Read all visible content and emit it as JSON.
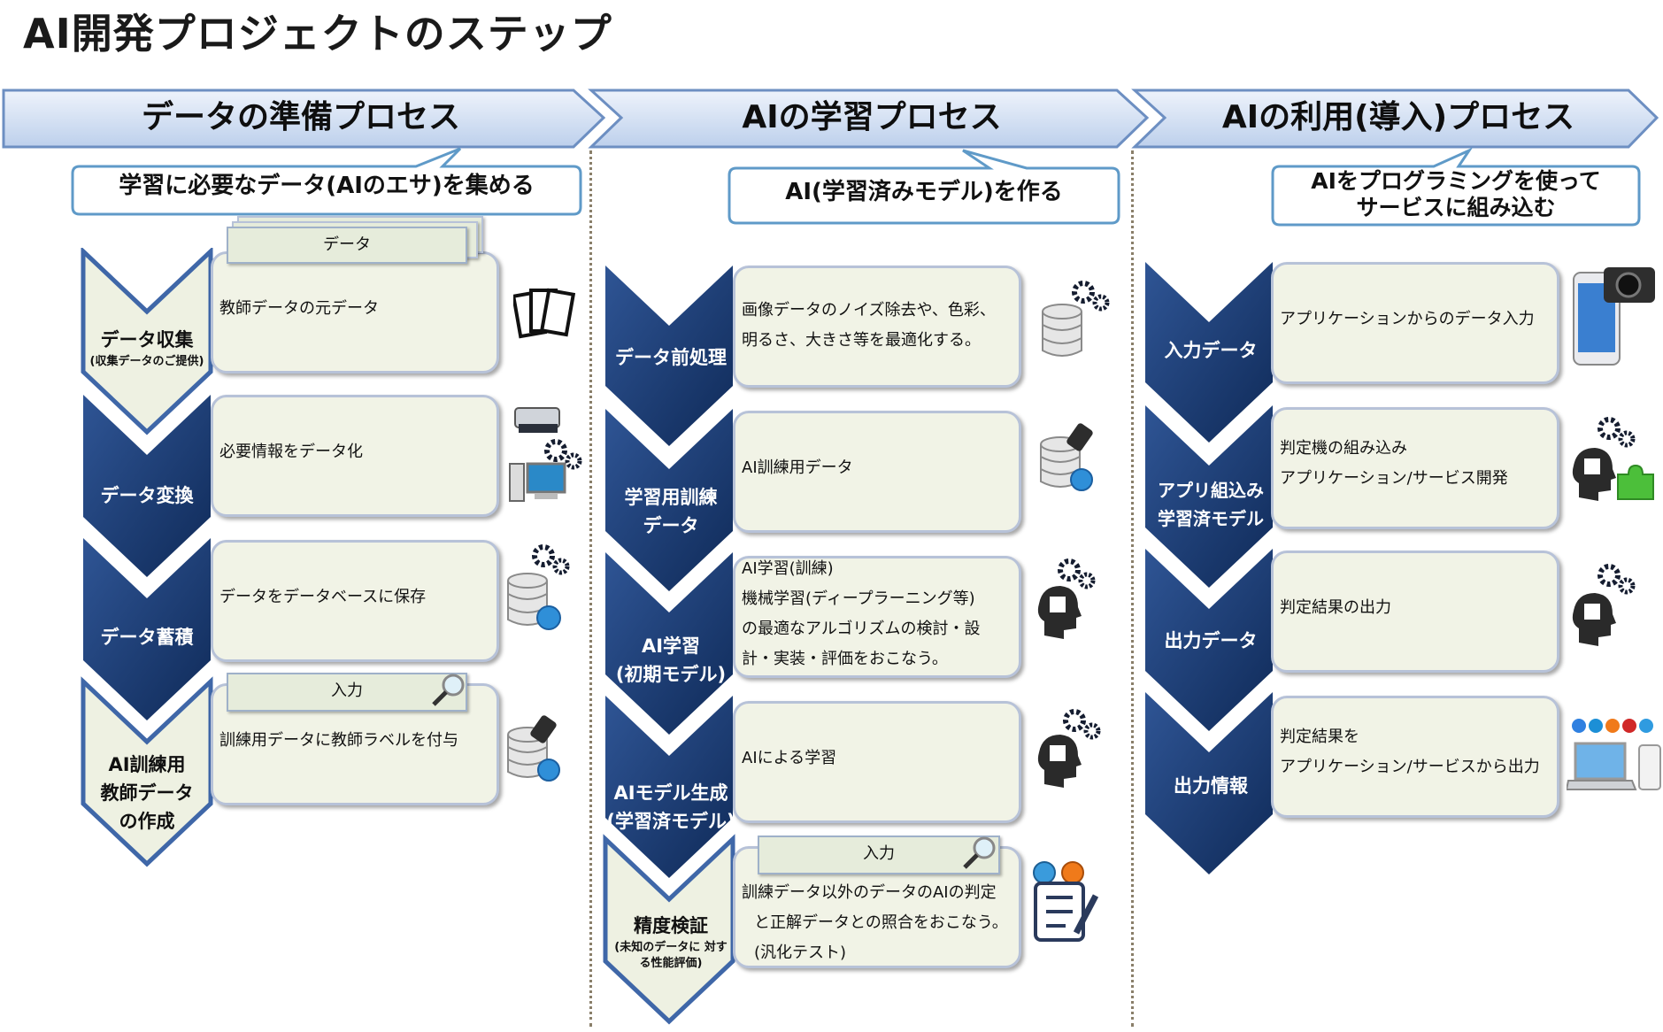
{
  "title": "AI開発プロジェクトのステップ",
  "phases": [
    {
      "label": "データの準備プロセス",
      "callout": "学習に必要なデータ(AIのエサ)を集める",
      "steps": [
        {
          "title": "データ収集",
          "sub": "(収集データのご提供)",
          "text": [
            "教師データの元データ"
          ],
          "tag": "データ"
        },
        {
          "title": "データ変換",
          "text": [
            "必要情報をデータ化"
          ]
        },
        {
          "title": "データ蓄積",
          "text": [
            "データをデータベースに保存"
          ]
        },
        {
          "title": "AI訓練用 教師データ の作成",
          "text": [
            "訓練用データに教師ラベルを付与"
          ],
          "tag": "入力"
        }
      ]
    },
    {
      "label": "AIの学習プロセス",
      "callout": "AI(学習済みモデル)を作る",
      "steps": [
        {
          "title": "データ前処理",
          "text": [
            "画像データのノイズ除去や、色彩、",
            "明るさ、大きさ等を最適化する。"
          ]
        },
        {
          "title": "学習用訓練 データ",
          "text": [
            "AI訓練用データ"
          ]
        },
        {
          "title": "AI学習 (初期モデル)",
          "text": [
            "AI学習(訓練)",
            "機械学習(ディープラーニング等)",
            "の最適なアルゴリズムの検討・設",
            "計・実装・評価をおこなう。"
          ]
        },
        {
          "title": "AIモデル生成 (学習済モデル)",
          "text": [
            "AIによる学習"
          ]
        },
        {
          "title": "精度検証",
          "sub": "(未知のデータに 対する性能評価)",
          "text": [
            "訓練データ以外のデータのAIの判定",
            "と正解データとの照合をおこなう。",
            "(汎化テスト)"
          ],
          "tag": "入力"
        }
      ]
    },
    {
      "label": "AIの利用(導入)プロセス",
      "callout": "AIをプログラミングを使って サービスに組み込む",
      "steps": [
        {
          "title": "入力データ",
          "text": [
            "アプリケーションからのデータ入力"
          ]
        },
        {
          "title": "アプリ組込み 学習済モデル",
          "text": [
            "判定機の組み込み",
            "アプリケーション/サービス開発"
          ]
        },
        {
          "title": "出力データ",
          "text": [
            "判定結果の出力"
          ]
        },
        {
          "title": "出力情報",
          "text": [
            "判定結果を",
            "アプリケーション/サービスから出力"
          ]
        }
      ]
    }
  ],
  "colors": {
    "banner": "#c6d7f0",
    "chevron_dark": "#1e3d73",
    "chevron_light": "#eef1e2",
    "card_bg": "#f1f3e6",
    "card_border": "#b7c2d8"
  },
  "icons": [
    "documents-icon",
    "scanner-icon",
    "computer-icon",
    "gears-icon",
    "database-icon",
    "globe-icon",
    "tag-icon",
    "magnifier-icon",
    "ai-head-icon",
    "puzzle-icon",
    "checklist-icon",
    "smartphone-icon",
    "camera-icon",
    "laptop-icon",
    "browser-icons"
  ]
}
